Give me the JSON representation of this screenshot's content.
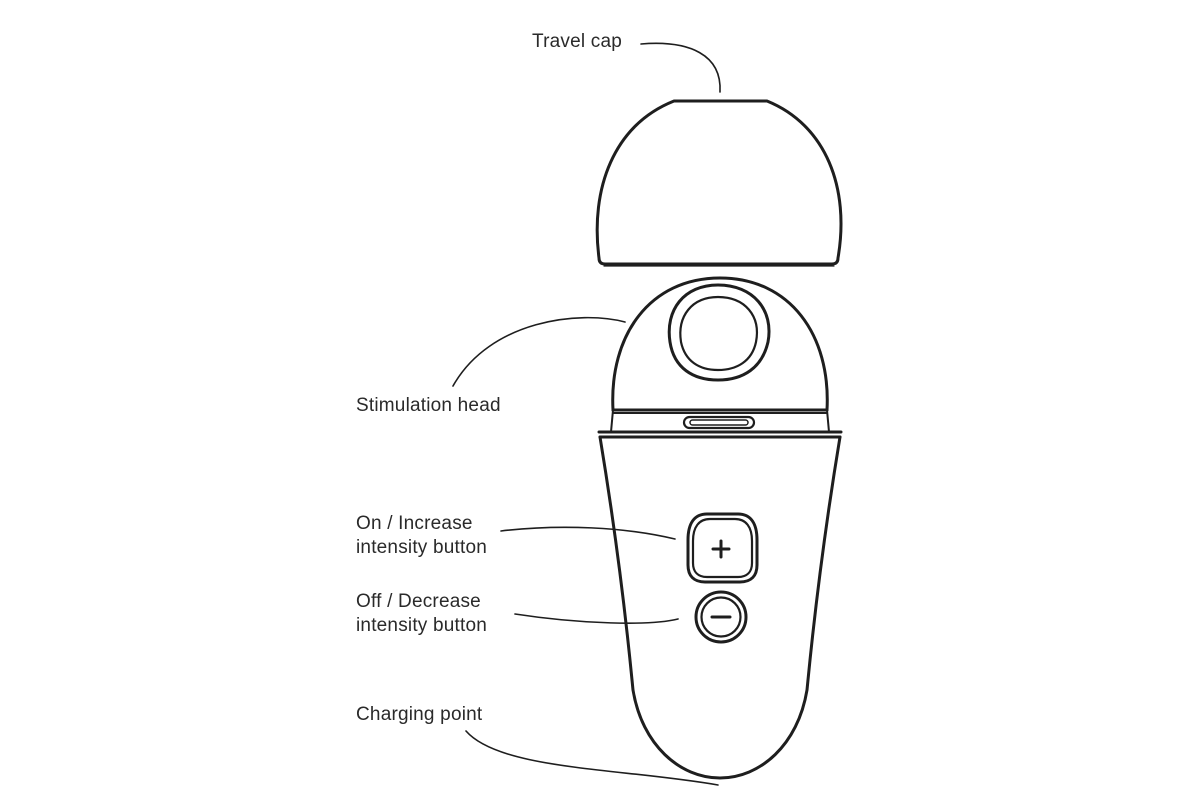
{
  "colors": {
    "line": "#1e1e1e",
    "text": "#2a2a2a",
    "background": "#ffffff"
  },
  "labels": {
    "travel_cap": "Travel cap",
    "stimulation_head": "Stimulation head",
    "on_increase_line1": "On / Increase",
    "on_increase_line2": "intensity button",
    "off_decrease_line1": "Off / Decrease",
    "off_decrease_line2": "intensity button",
    "charging_point": "Charging point"
  },
  "icons": {
    "plus_button": "plus-icon",
    "minus_button": "minus-icon"
  }
}
